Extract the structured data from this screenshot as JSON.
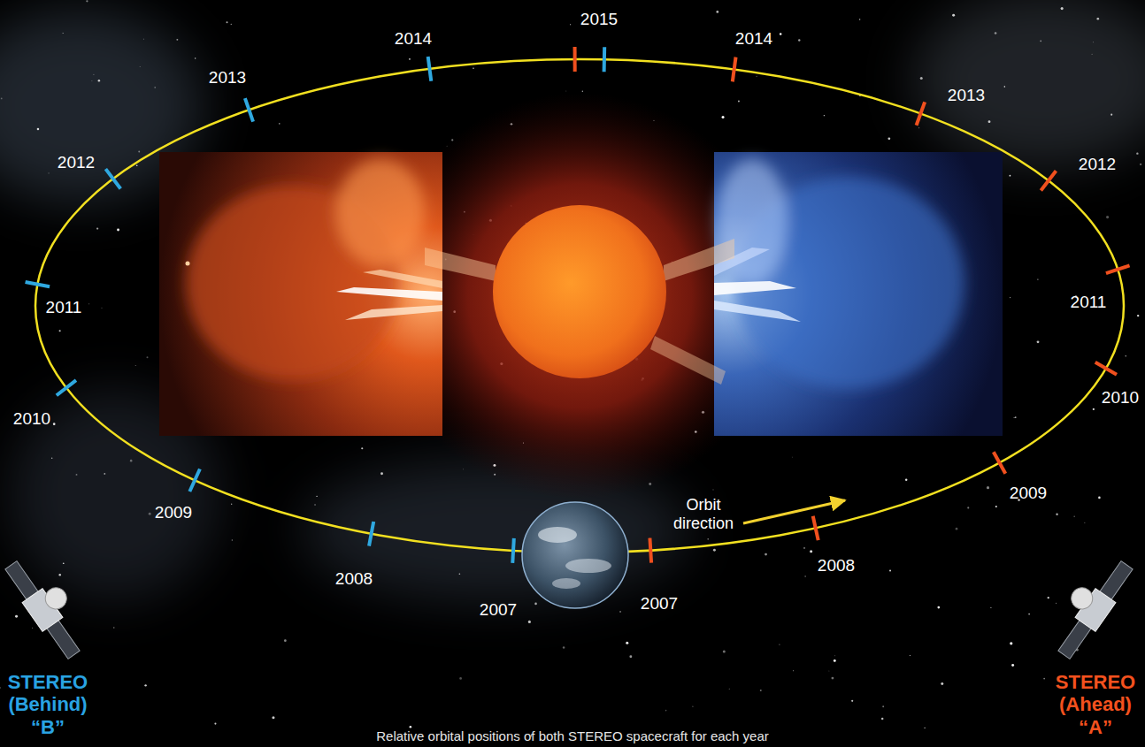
{
  "diagram": {
    "caption": "Relative orbital positions of both STEREO spacecraft for each year",
    "labels": [
      "2015",
      "2014",
      "2014",
      "2013",
      "2013",
      "2012",
      "2012",
      "2011",
      "2011",
      "2010",
      "2010",
      "2009",
      "2009",
      "2008",
      "2008",
      "2007",
      "2007",
      "Orbit direction",
      "STEREO (Behind) “B”",
      "STEREO (Ahead) “A”"
    ]
  }
}
